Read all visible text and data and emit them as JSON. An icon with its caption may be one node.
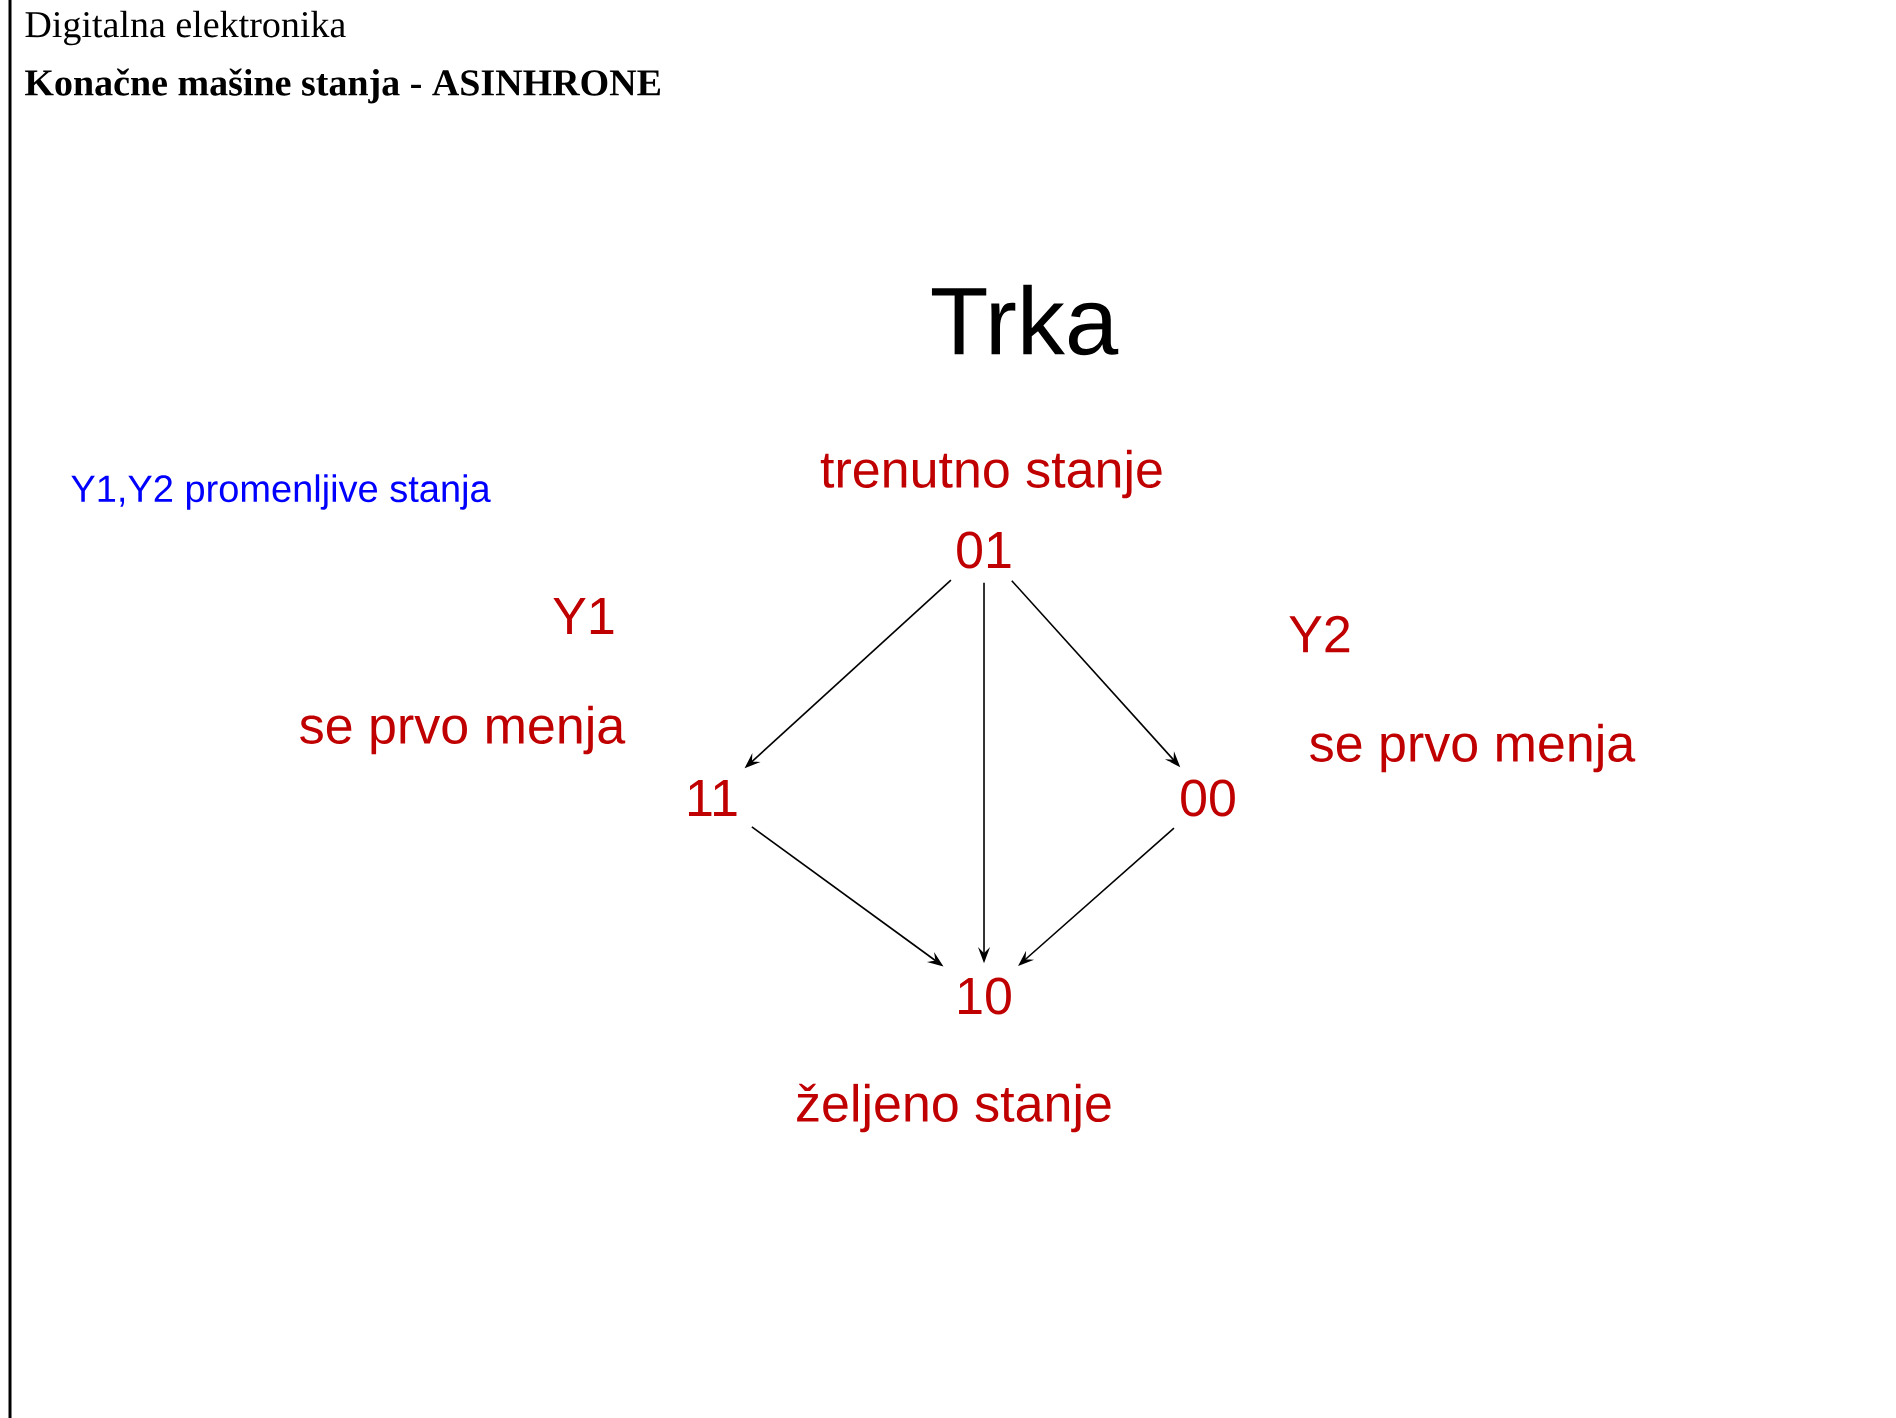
{
  "diagram": {
    "title": "Trka",
    "nodes": [
      {
        "text": [
          "01"
        ],
        "beside": [
          "trenutno stanje"
        ]
      },
      {
        "text": [
          "11"
        ]
      },
      {
        "text": [
          "00"
        ]
      },
      {
        "text": [
          "10"
        ],
        "beside": [
          "željeno stanje"
        ]
      }
    ],
    "edges": [
      {
        "from": 0,
        "to": 1,
        "arrow": "to"
      },
      {
        "from": 0,
        "to": 3,
        "arrow": "to"
      },
      {
        "from": 0,
        "to": 2,
        "arrow": "to"
      },
      {
        "from": 1,
        "to": 3,
        "arrow": "to"
      },
      {
        "from": 2,
        "to": 3,
        "arrow": "to"
      }
    ],
    "labels": [
      "Digitalna elektronika",
      "Konačne mašine stanja - ASINHRONE",
      "Y1,Y2 promenljive stanja",
      "Y1",
      "Y2",
      "se prvo menja",
      "se prvo menja"
    ]
  }
}
